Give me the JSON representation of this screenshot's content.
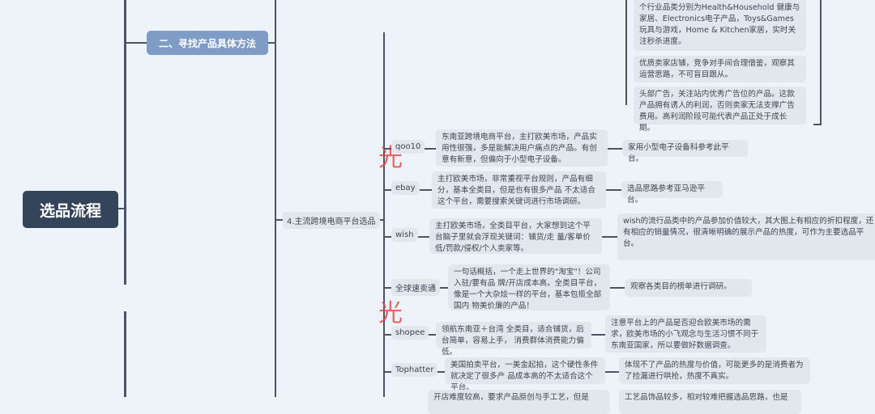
{
  "root": {
    "label": "选品流程"
  },
  "level1": {
    "label": "二、寻找产品具体方法"
  },
  "level2": {
    "label": "4.主流跨境电商平台选品"
  },
  "top_notes": [
    "分析我们是否有机会进入。销量排行靠前的几个行业品类分别为Health&Household 健康与家居、Electronics电子产品，Toys&Games玩具与游戏，Home & Kitchen家居，实时关注秒杀进度。",
    "优质卖家店铺，竞争对手间合理借鉴，观察其运营思路，不可盲目跟从。",
    "头部广告，关注站内优秀广告位的产品。这款产品拥有诱人的利润，否则卖家无法支撑广告费用。高利润阶段可能代表产品正处于成长期。"
  ],
  "platforms": [
    {
      "name": "qoo10",
      "desc": "东南亚跨境电商平台，主打欧美市场，产品实用性很强，多是能解决用户痛点的产品。有创意有新意，但偏向于小型电子设备。",
      "note": "家用小型电子设备科参考此平台。"
    },
    {
      "name": "ebay",
      "desc": "主打欧美市场，非常重视平台规则，产品有细分，基本全类目，但是也有很多产品 不太适合这个平台，需要搜索关键词进行市场调研。",
      "note": "选品思路参考亚马逊平台。"
    },
    {
      "name": "wish",
      "desc": "主打欧美市场，全类目平台，大家想到这个平台脑子里就会浮现关键词：铺货/走 量/客单价低/罚款/侵权/个人卖家等。",
      "note": "wish的流行品类中的产品参加价值较大，其大图上有相应的折扣程度，还有相应的销量情况，很清晰明确的展示产品的热度，可作为主要选品平台。"
    },
    {
      "name": "全球速卖通",
      "desc": "一句话概括，一个走上世界的\"淘宝\"！公司入驻/要有品 牌/开店成本高，全类目平台，像是一个大杂烩一样的平台，基本包揽全部国内 物美价廉的产品！",
      "note": "观察各类目的榜单进行调研。"
    },
    {
      "name": "shopee",
      "desc": "领航东南亚＋台湾 全类目，适合铺货，后台简单，容易上手， 消费群体消费能力偏低。",
      "note": "注意平台上的产品是否迎合欧美市场的需求，欧美市场的小飞观念与生活习惯不同于东南亚国家，所以要做好数据调查。"
    },
    {
      "name": "Tophatter",
      "desc": "美国拍卖平台，一美金起拍，这个硬性条件就决定了很多产 品成本高的不太适合这个平台。",
      "note": "体现不了产品的热度与价值，可能更多的是消费者为了捡漏进行哄抢，热度不真实。"
    }
  ],
  "partial_row": {
    "desc": "开店难度较高，要求产品原创与手工艺，但是",
    "note": "工艺品饰品较多，相对较难把握选品思路，也是"
  },
  "colors": {
    "root": "#34445a",
    "level1": "#7f9cc6",
    "node": "#e2e7ee",
    "line": "#4a5668",
    "background": "#edf3f9",
    "watermark": "#e84a4a"
  }
}
